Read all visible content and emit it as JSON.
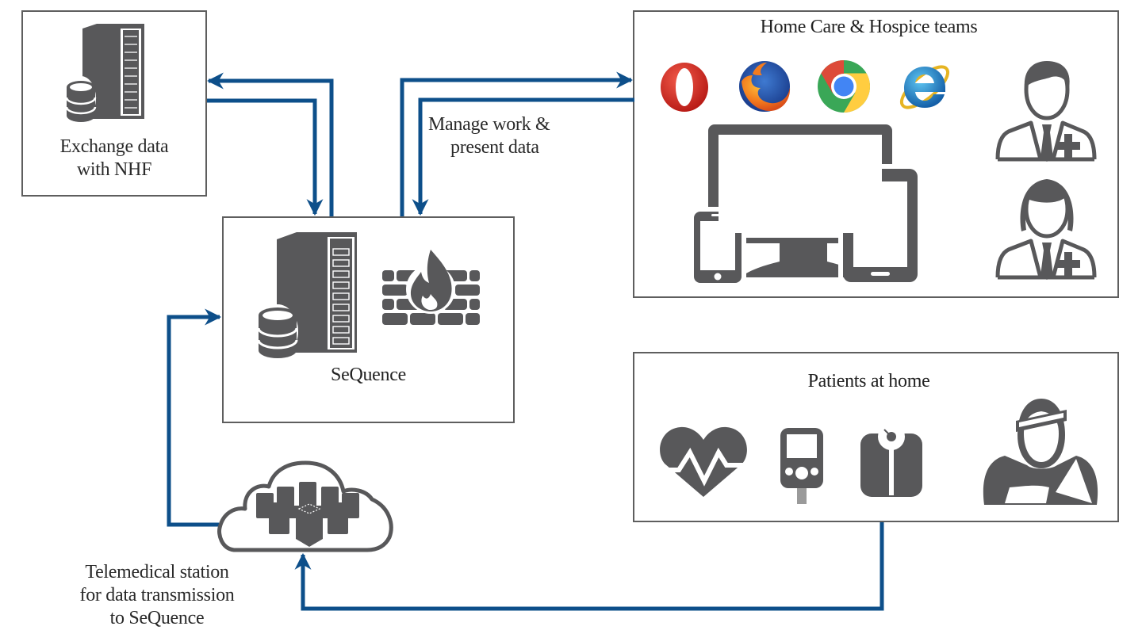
{
  "colors": {
    "arrow": "#0d4f8a",
    "icon": "#58585a",
    "border": "#5e5e5e"
  },
  "nodes": {
    "nhf": {
      "label_line1": "Exchange data",
      "label_line2": "with NHF",
      "icon": "server-database-icon"
    },
    "sequence": {
      "label": "SeQuence",
      "icons": [
        "server-database-icon",
        "firewall-icon"
      ]
    },
    "teams": {
      "title": "Home Care & Hospice teams",
      "browsers": [
        "opera-icon",
        "firefox-icon",
        "chrome-icon",
        "internet-explorer-icon"
      ],
      "devices": "multi-device-icon",
      "staff": [
        "male-doctor-icon",
        "female-doctor-icon"
      ]
    },
    "patients": {
      "title": "Patients at home",
      "icons": [
        "heart-rate-icon",
        "glucometer-icon",
        "scale-icon",
        "injured-patient-icon"
      ]
    },
    "telemedical": {
      "label_line1": "Telemedical station",
      "label_line2": "for data transmission",
      "label_line3": "to SeQuence",
      "icon": "cloud-cluster-icon"
    }
  },
  "edges": {
    "manage_label_line1": "Manage work &",
    "manage_label_line2": "present data",
    "list": [
      {
        "from": "sequence",
        "to": "nhf"
      },
      {
        "from": "nhf",
        "to": "sequence"
      },
      {
        "from": "sequence",
        "to": "teams"
      },
      {
        "from": "teams",
        "to": "sequence"
      },
      {
        "from": "telemedical",
        "to": "sequence"
      },
      {
        "from": "patients",
        "to": "telemedical"
      }
    ]
  }
}
